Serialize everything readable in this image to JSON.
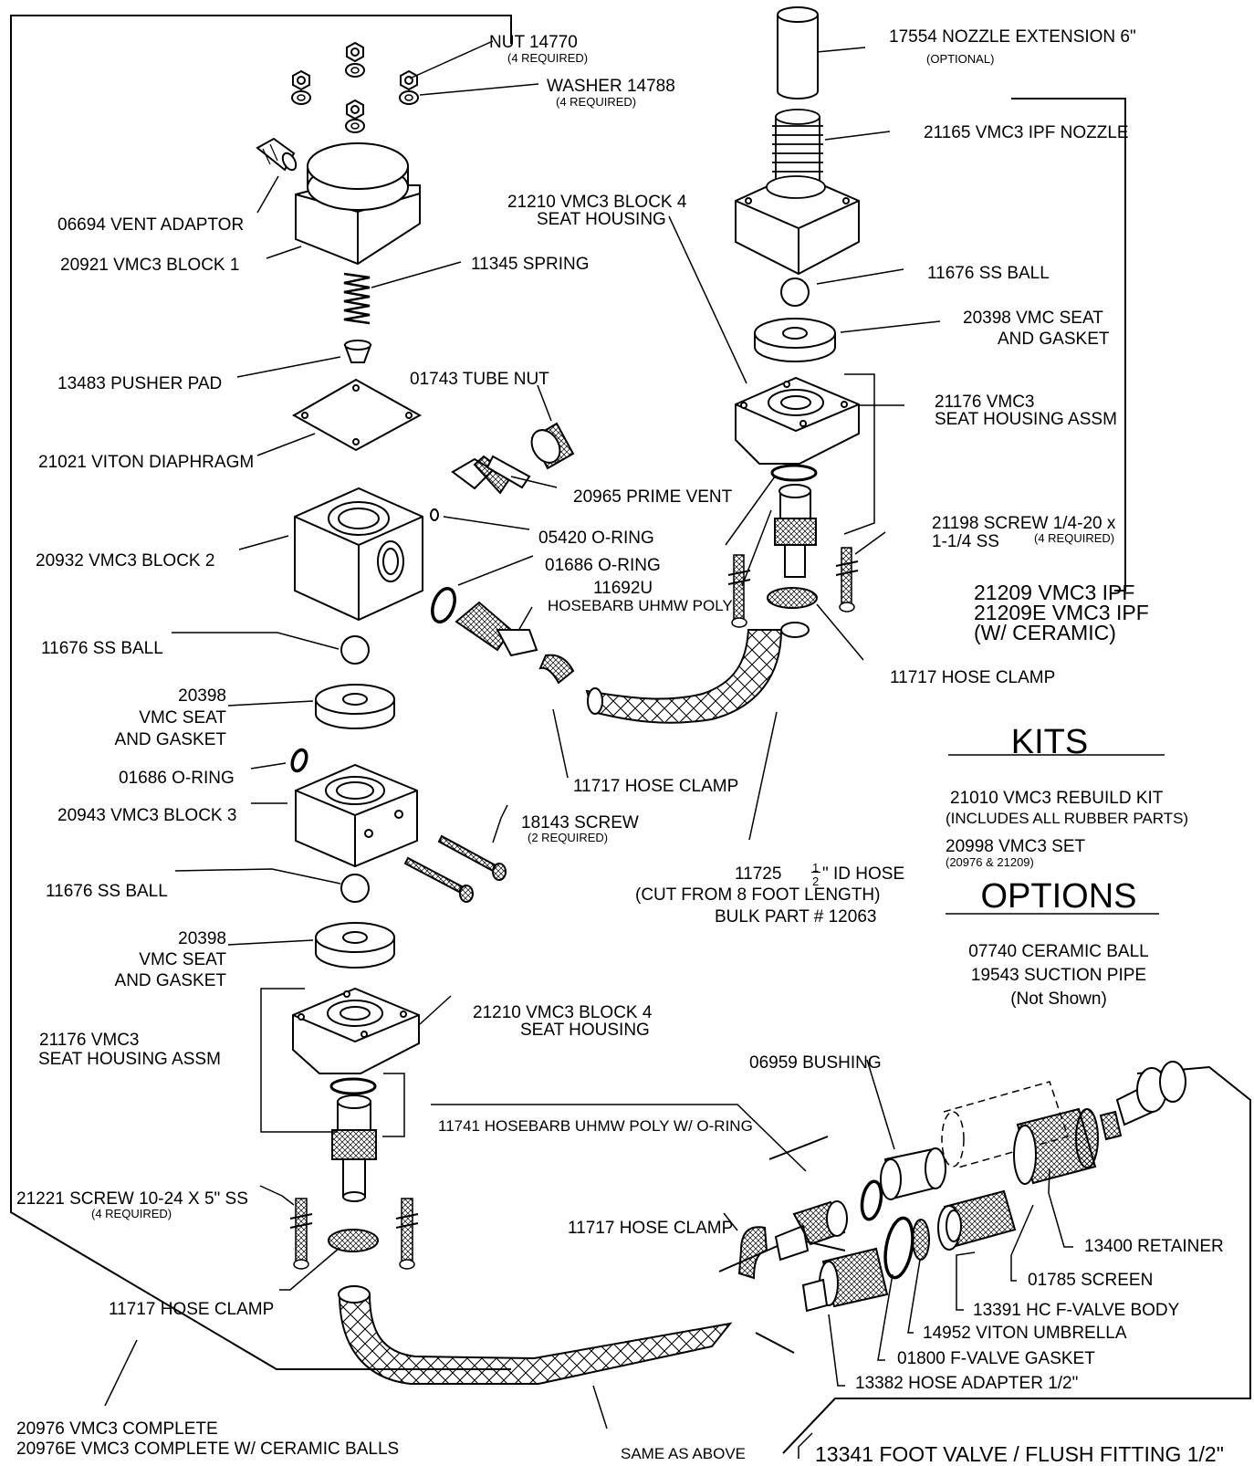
{
  "parts": {
    "nut": "NUT 14770",
    "nut_qty": "(4 REQUIRED)",
    "washer": "WASHER 14788",
    "washer_qty": "(4 REQUIRED)",
    "vent_adaptor": "06694 VENT ADAPTOR",
    "block1": "20921 VMC3 BLOCK 1",
    "spring": "11345 SPRING",
    "pusher_pad": "13483 PUSHER PAD",
    "tube_nut": "01743 TUBE NUT",
    "diaphragm": "21021 VITON DIAPHRAGM",
    "prime_vent": "20965 PRIME VENT",
    "oring_05420": "05420 O-RING",
    "block2": "20932 VMC3 BLOCK 2",
    "oring_01686_a": "01686 O-RING",
    "hosebarb_11692u_1": "11692U",
    "hosebarb_11692u_2": "HOSEBARB UHMW POLY",
    "ss_ball_1": "11676 SS BALL",
    "seat_1_a": "20398",
    "seat_1_b": "VMC SEAT",
    "seat_1_c": "AND GASKET",
    "oring_01686_b": "01686 O-RING",
    "block3": "20943 VMC3 BLOCK 3",
    "hose_clamp_mid": "11717 HOSE CLAMP",
    "screw_18143": "18143 SCREW",
    "screw_18143_qty": "(2 REQUIRED)",
    "ss_ball_2": "11676 SS BALL",
    "seat_2_a": "20398",
    "seat_2_b": "VMC SEAT",
    "seat_2_c": "AND GASKET",
    "seat_housing_assm_l_1": "21176 VMC3",
    "seat_housing_assm_l_2": "SEAT HOUSING ASSM",
    "block4_l_1": "21210 VMC3 BLOCK 4",
    "block4_l_2": "SEAT HOUSING",
    "hosebarb_11741": "11741 HOSEBARB UHMW POLY W/ O-RING",
    "screw_21221": "21221 SCREW 10-24 X 5\" SS",
    "screw_21221_qty": "(4 REQUIRED)",
    "hose_clamp_low_left": "11717 HOSE CLAMP",
    "complete_1": "20976  VMC3 COMPLETE",
    "complete_2": "20976E VMC3 COMPLETE W/ CERAMIC BALLS",
    "nozzle_ext": "17554 NOZZLE EXTENSION 6\"",
    "nozzle_ext_opt": "(OPTIONAL)",
    "ipf_nozzle": "21165 VMC3 IPF NOZZLE",
    "block4_r_1": "21210 VMC3 BLOCK 4",
    "block4_r_2": "SEAT HOUSING",
    "ss_ball_r": "11676 SS BALL",
    "seat_r_a": "20398  VMC SEAT",
    "seat_r_b": "AND GASKET",
    "seat_housing_assm_r_1": "21176 VMC3",
    "seat_housing_assm_r_2": "SEAT HOUSING ASSM",
    "screw_21198_1": "21198 SCREW 1/4-20 x",
    "screw_21198_2": "1-1/4  SS",
    "screw_21198_qty": "(4 REQUIRED)",
    "ipf_1": "21209 VMC3 IPF",
    "ipf_2": "21209E VMC3 IPF",
    "ipf_3": "(W/ CERAMIC)",
    "hose_clamp_r": "11717 HOSE CLAMP",
    "hose_1a": "11725",
    "hose_1_frac": "1",
    "hose_1_den": "2",
    "hose_1b": "\" ID HOSE",
    "hose_2": "(CUT FROM 8 FOOT LENGTH)",
    "hose_3": "BULK PART # 12063",
    "bushing": "06959 BUSHING",
    "hose_clamp_foot": "11717 HOSE CLAMP",
    "retainer": "13400 RETAINER",
    "screen": "01785 SCREEN",
    "fvalve_body": "13391 HC F-VALVE BODY",
    "umbrella": "14952 VITON UMBRELLA",
    "fvalve_gasket": "01800 F-VALVE GASKET",
    "hose_adapter": "13382 HOSE ADAPTER 1/2\"",
    "foot_valve": "13341 FOOT VALVE / FLUSH FITTING 1/2\"",
    "same_as_above": "SAME AS ABOVE"
  },
  "kits": {
    "heading": "KITS",
    "rebuild": "21010 VMC3 REBUILD KIT",
    "rebuild_note": "(INCLUDES ALL RUBBER PARTS)",
    "set": "20998 VMC3 SET",
    "set_note": "(20976 & 21209)"
  },
  "options": {
    "heading": "OPTIONS",
    "ceramic": "07740 CERAMIC BALL",
    "suction": "19543 SUCTION PIPE",
    "note": "(Not Shown)"
  }
}
